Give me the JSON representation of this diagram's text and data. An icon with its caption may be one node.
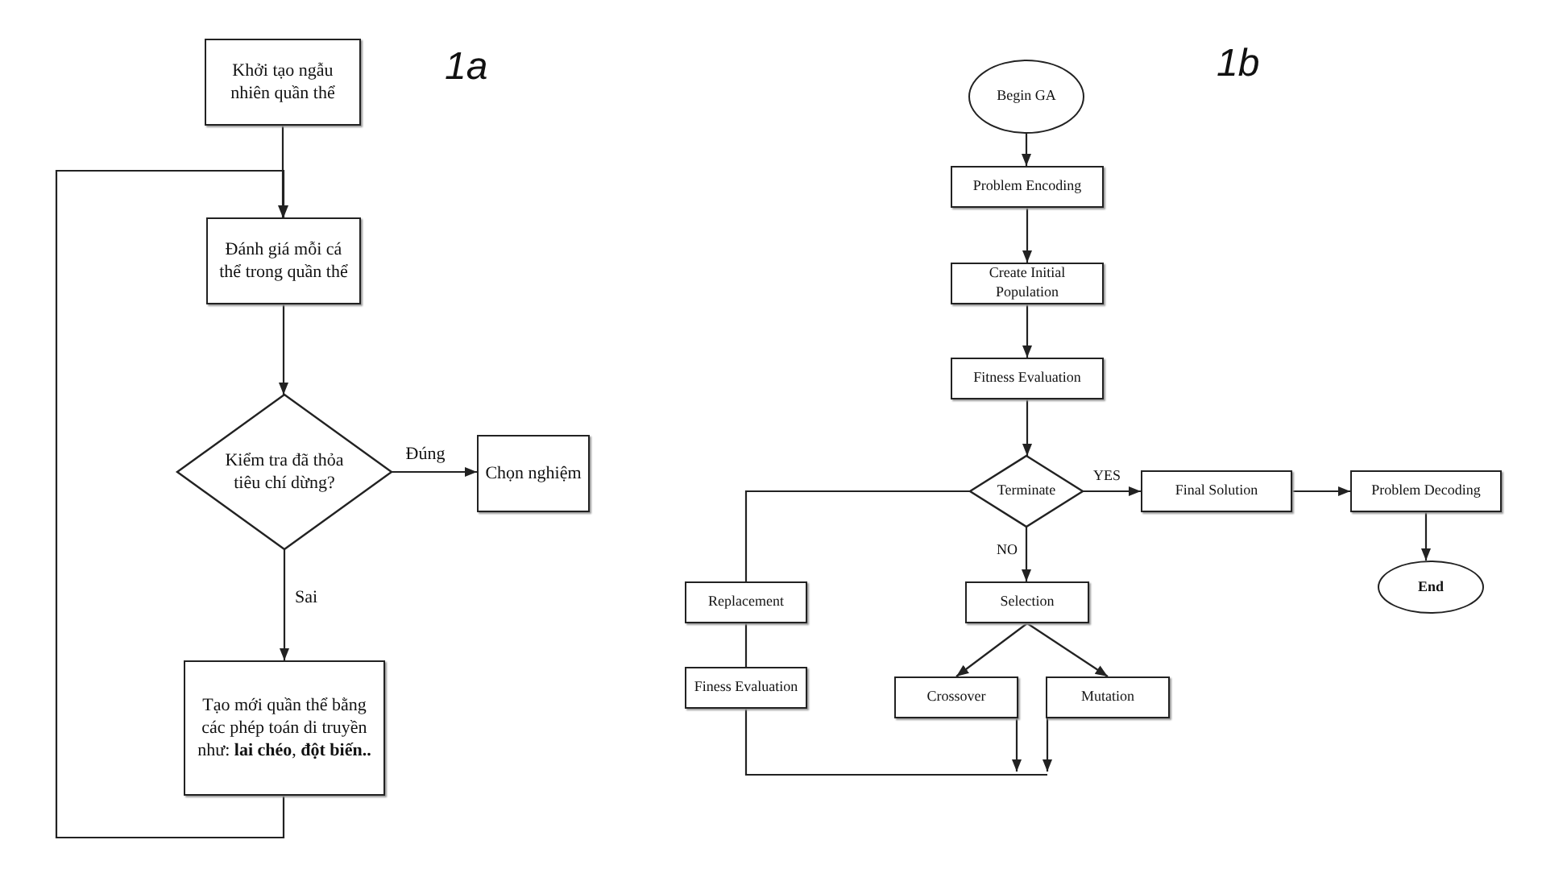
{
  "diagram": {
    "nodes": [
      {
        "text": [
          "Khởi tạo ngẫu nhiên quần thể"
        ]
      },
      {
        "text": [
          "Đánh giá mỗi cá thể trong quần thể"
        ]
      },
      {
        "text": [
          "Kiểm tra đã thỏa tiêu chí dừng?"
        ]
      },
      {
        "text": [
          "Chọn nghiệm"
        ]
      },
      {
        "text": [
          "Tạo mới quần thể bằng các phép toán di truyền như: **lai chéo**, **đột biến..**"
        ]
      },
      {
        "text": [
          "Begin GA"
        ]
      },
      {
        "text": [
          "Problem Encoding"
        ]
      },
      {
        "text": [
          "Create Initial Population"
        ]
      },
      {
        "text": [
          "Fitness Evaluation"
        ]
      },
      {
        "text": [
          "Terminate"
        ]
      },
      {
        "text": [
          "Final Solution"
        ]
      },
      {
        "text": [
          "Problem Decoding"
        ]
      },
      {
        "text": [
          "End"
        ]
      },
      {
        "text": [
          "Replacement"
        ]
      },
      {
        "text": [
          "Finess Evaluation"
        ]
      },
      {
        "text": [
          "Selection"
        ]
      },
      {
        "text": [
          "Crossover"
        ]
      },
      {
        "text": [
          "Mutation"
        ]
      }
    ],
    "edges": [
      {
        "from": 0,
        "to": 1,
        "arrow": "to"
      },
      {
        "from": 1,
        "to": 2,
        "arrow": "to"
      },
      {
        "from": 2,
        "to": 3,
        "arrow": "to",
        "label": "Đúng"
      },
      {
        "from": 2,
        "to": 4,
        "arrow": "to",
        "label": "Sai"
      },
      {
        "from": 4,
        "to": 1,
        "arrow": "to"
      },
      {
        "from": 5,
        "to": 6,
        "arrow": "to"
      },
      {
        "from": 6,
        "to": 7,
        "arrow": "to"
      },
      {
        "from": 7,
        "to": 8,
        "arrow": "to"
      },
      {
        "from": 8,
        "to": 9,
        "arrow": "to"
      },
      {
        "from": 9,
        "to": 10,
        "arrow": "to",
        "label": "YES"
      },
      {
        "from": 10,
        "to": 11,
        "arrow": "to"
      },
      {
        "from": 11,
        "to": 12,
        "arrow": "to"
      },
      {
        "from": 9,
        "to": 15,
        "arrow": "to",
        "label": "NO"
      },
      {
        "from": 9,
        "to": 13,
        "arrow": "none"
      },
      {
        "from": 13,
        "to": 14,
        "arrow": "none"
      },
      {
        "from": 15,
        "to": 16,
        "arrow": "to"
      },
      {
        "from": 15,
        "to": 17,
        "arrow": "to"
      },
      {
        "from": 14,
        "to": null,
        "arrow": "none"
      },
      {
        "from": 16,
        "to": null,
        "arrow": "to"
      },
      {
        "from": 17,
        "to": null,
        "arrow": "to"
      }
    ],
    "labels": [
      "1a",
      "1b"
    ]
  }
}
